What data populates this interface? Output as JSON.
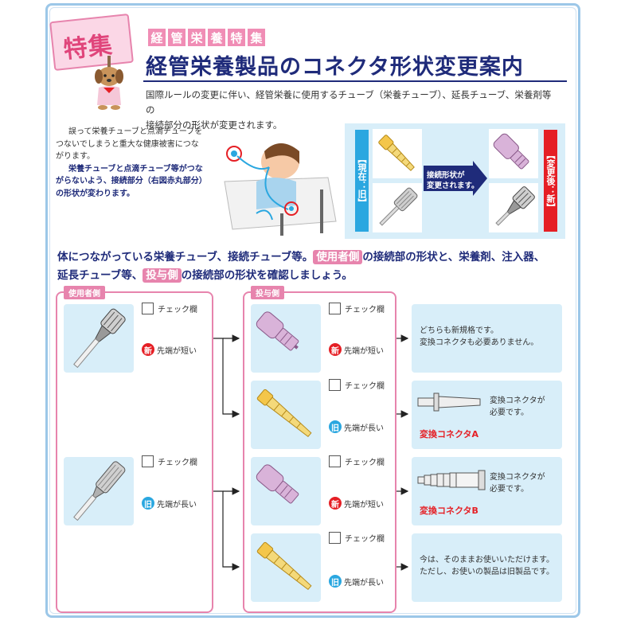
{
  "header": {
    "sign_label": "特集",
    "category_chars": [
      "経",
      "管",
      "栄",
      "養",
      "特",
      "集"
    ],
    "title": "経管栄養製品のコネクタ形状変更案内",
    "intro_line1": "国際ルールの変更に伴い、経管栄養に使用するチューブ（栄養チューブ）、延長チューブ、栄養剤等の",
    "intro_line2": "接続部分の形状が変更されます。"
  },
  "warning": {
    "line1": "誤って栄養チューブと点滴チューブを",
    "line2": "つないでしまうと重大な健康被害につな",
    "line3": "がります。",
    "line4": "栄養チューブと点滴チューブ等がつな",
    "line5": "がらないよう、接続部分（右図赤丸部分）",
    "line6": "の形状が変わります。"
  },
  "comparison": {
    "current_label": "【現在：旧】",
    "after_label": "【変更後：新】",
    "arrow_line1": "接続形状が",
    "arrow_line2": "変更されます。"
  },
  "lead": {
    "part1": "体につながっている栄養チューブ、接続チューブ等。",
    "tag_user": "使用者側",
    "part2": "の接続部の形状と、栄養剤、注入器、",
    "part3": "延長チューブ等、",
    "tag_dose": "投与側",
    "part4": "の接続部の形状を確認しましょう。"
  },
  "user_side": {
    "tag": "使用者側",
    "items": [
      {
        "check_label": "チェック欄",
        "mark": "新",
        "tip": "先端が短い"
      },
      {
        "check_label": "チェック欄",
        "mark": "旧",
        "tip": "先端が長い"
      }
    ]
  },
  "dose_side": {
    "tag": "投与側",
    "items": [
      {
        "check_label": "チェック欄",
        "mark": "新",
        "tip": "先端が短い"
      },
      {
        "check_label": "チェック欄",
        "mark": "旧",
        "tip": "先端が長い"
      },
      {
        "check_label": "チェック欄",
        "mark": "新",
        "tip": "先端が短い"
      },
      {
        "check_label": "チェック欄",
        "mark": "旧",
        "tip": "先端が長い"
      }
    ]
  },
  "results": [
    {
      "line1": "どちらも新規格です。",
      "line2": "変換コネクタも必要ありません。"
    },
    {
      "line1": "変換コネクタが",
      "line2": "必要です。",
      "name": "変換コネクタA"
    },
    {
      "line1": "変換コネクタが",
      "line2": "必要です。",
      "name": "変換コネクタB"
    },
    {
      "line1": "今は、そのままお使いいただけます。",
      "line2": "ただし、お使いの製品は旧製品です。"
    }
  ],
  "colors": {
    "navy": "#1f2b7a",
    "pink": "#e784ad",
    "light_blue": "#d8eef9",
    "new_red": "#e51f25",
    "old_blue": "#2aa7e0"
  }
}
